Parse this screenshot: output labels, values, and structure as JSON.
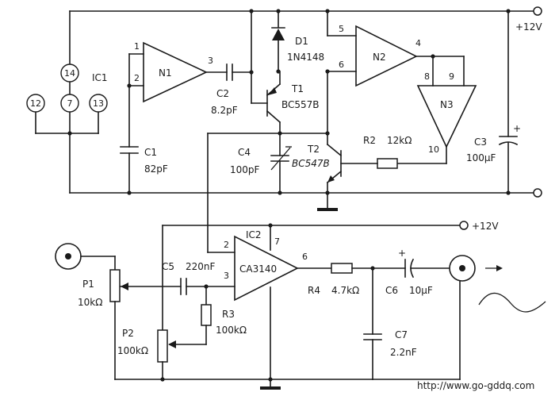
{
  "supply": {
    "top_rail": "+12V",
    "ic2_rail": "+12V"
  },
  "ic1": {
    "name": "IC1",
    "pins": [
      "14",
      "12",
      "7",
      "13"
    ],
    "gates": {
      "n1": "N1",
      "n2": "N2",
      "n3": "N3"
    },
    "n1_pins": [
      "1",
      "2",
      "3"
    ],
    "n2_pins": [
      "5",
      "6",
      "4"
    ],
    "n3_pins": [
      "8",
      "9",
      "10"
    ]
  },
  "components": {
    "c1": {
      "ref": "C1",
      "value": "82pF"
    },
    "c2": {
      "ref": "C2",
      "value": "8.2pF"
    },
    "c3": {
      "ref": "C3",
      "value": "100μF"
    },
    "c4": {
      "ref": "C4",
      "value": "100pF"
    },
    "c5": {
      "ref": "C5",
      "value": "220nF"
    },
    "c6": {
      "ref": "C6",
      "value": "10μF"
    },
    "c7": {
      "ref": "C7",
      "value": "2.2nF"
    },
    "d1": {
      "ref": "D1",
      "value": "1N4148"
    },
    "t1": {
      "ref": "T1",
      "value": "BC557B"
    },
    "t2": {
      "ref": "T2",
      "value": "BC547B"
    },
    "r2": {
      "ref": "R2",
      "value": "12kΩ"
    },
    "r3": {
      "ref": "R3",
      "value": "100kΩ"
    },
    "r4": {
      "ref": "R4",
      "value": "4.7kΩ"
    },
    "p1": {
      "ref": "P1",
      "value": "10kΩ"
    },
    "p2": {
      "ref": "P2",
      "value": "100kΩ"
    }
  },
  "ic2": {
    "ref": "IC2",
    "part": "CA3140",
    "pins": [
      "2",
      "3",
      "7",
      "6"
    ]
  },
  "polarity": "+",
  "watermark": "http://www.go-gddq.com"
}
